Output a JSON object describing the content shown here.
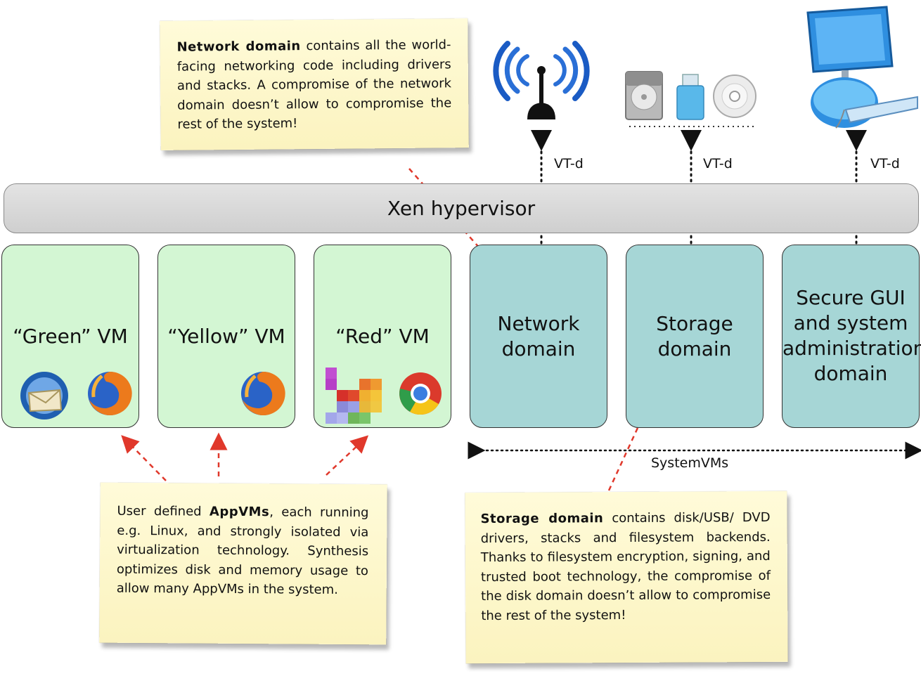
{
  "hypervisor": {
    "label": "Xen hypervisor"
  },
  "vt_labels": [
    "VT-d",
    "VT-d",
    "VT-d"
  ],
  "systemvms_label": "SystemVMs",
  "vms": [
    {
      "name": "“Green” VM",
      "type": "app"
    },
    {
      "name": "“Yellow” VM",
      "type": "app"
    },
    {
      "name": "“Red” VM",
      "type": "app"
    },
    {
      "name": "Network\ndomain",
      "type": "system"
    },
    {
      "name": "Storage\ndomain",
      "type": "system"
    },
    {
      "name": "Secure GUI\nand system\nadministration\ndomain",
      "type": "system"
    }
  ],
  "notes": {
    "network": {
      "bold": "Network domain",
      "text": " contains all the world-facing networking code including drivers and stacks. A compromise of the network domain doesn’t allow to compromise the rest of the system!"
    },
    "appvms": {
      "prefix": "User defined ",
      "bold": "AppVMs",
      "text": ", each running e.g. Linux, and strongly isolated via virtualization technology. Synthesis optimizes disk and memory usage to allow many AppVMs in the system."
    },
    "storage": {
      "bold": "Storage domain",
      "text": " contains disk/USB/ DVD drivers, stacks and filesystem backends. Thanks to filesystem encryption, signing, and trusted boot technology, the compromise of the disk domain doesn’t allow to compromise the rest of the system!"
    }
  },
  "icons": [
    "wifi-antenna-icon",
    "hard-disk-icon",
    "usb-drive-icon",
    "dvd-disc-icon",
    "computer-monitor-icon",
    "thunderbird-icon",
    "firefox-icon",
    "tetris-blocks-icon",
    "chrome-icon"
  ],
  "colors": {
    "appvm": "#d3f6d3",
    "systemvm": "#a6d6d6",
    "hypervisor": "#d9d9d9",
    "note": "#fbf3bf",
    "arrow_red": "#e0382b"
  }
}
